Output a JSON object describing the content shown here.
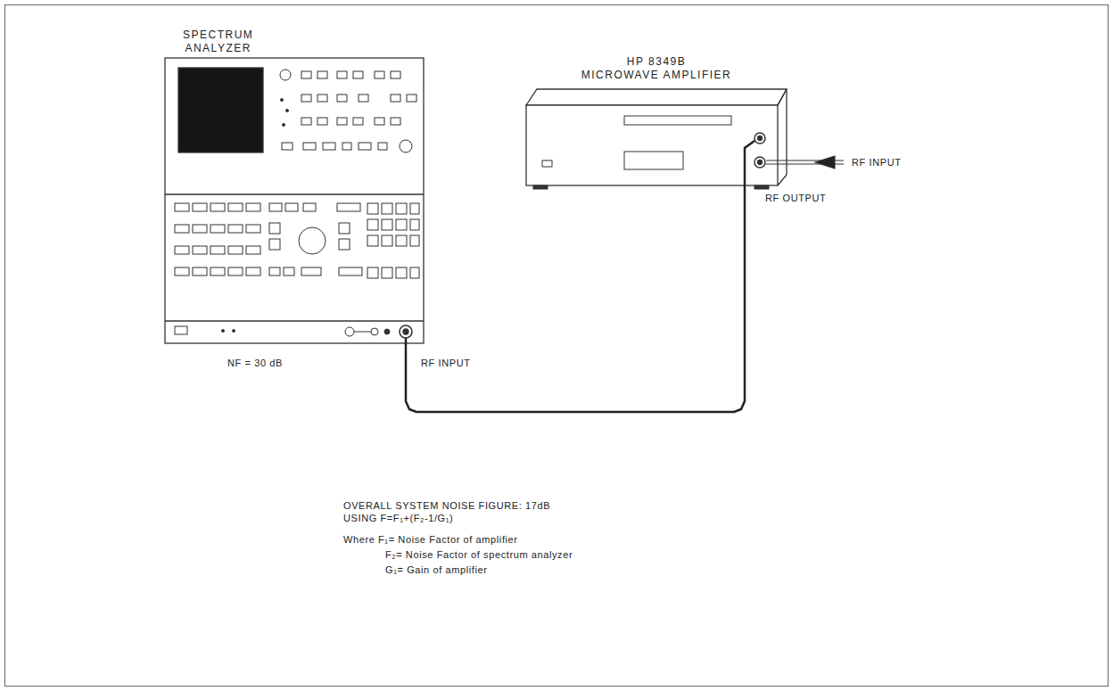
{
  "diagram": {
    "nodes": [
      {
        "text": [
          "SPECTRUM ANALYZER"
        ]
      },
      {
        "text": [
          "HP 8349B MICROWAVE AMPLIFIER"
        ]
      }
    ],
    "edges": [
      {
        "from": 1,
        "to": 0,
        "arrow": "none"
      }
    ],
    "labels": [
      "RF INPUT",
      "RF OUTPUT",
      "NF = 30 dB",
      "RF INPUT",
      "OVERALL SYSTEM NOISE FIGURE: 17dB",
      "USING F=F₁+(F₂-1/G₁)",
      "Where F₁= Noise Factor of amplifier",
      "F₂= Noise Factor of spectrum analyzer",
      "G₁= Gain of amplifier"
    ]
  }
}
